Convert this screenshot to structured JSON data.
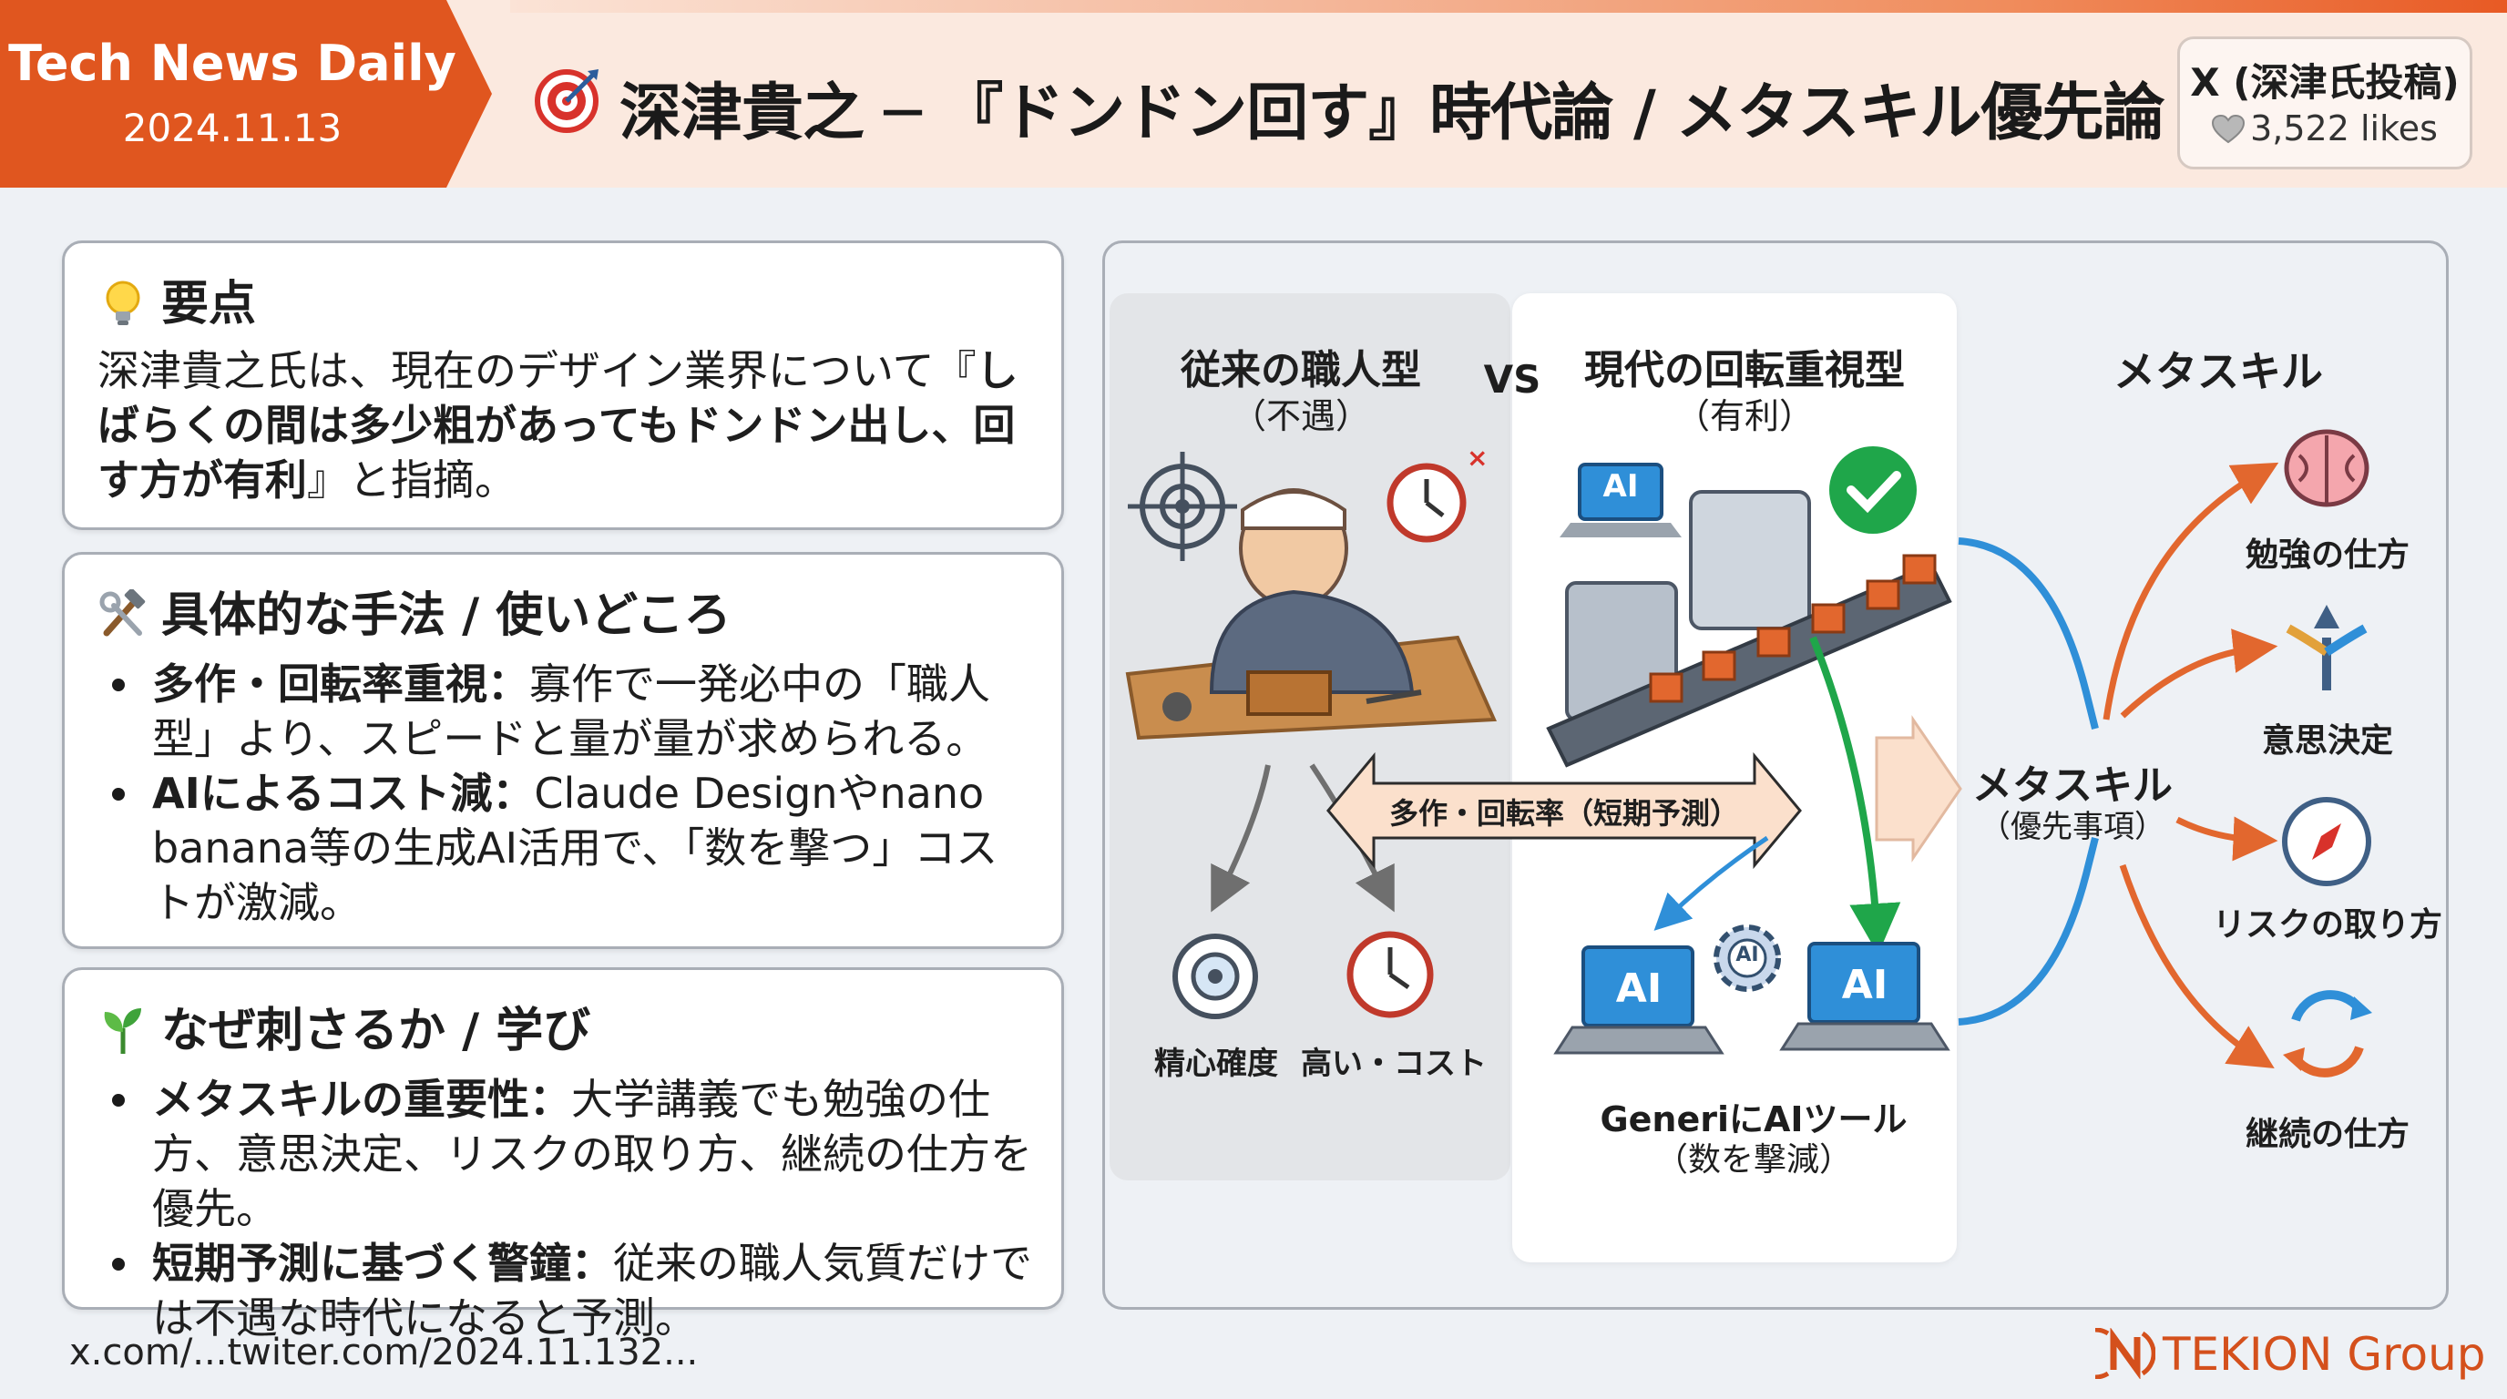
{
  "header": {
    "badge_title": "Tech News Daily",
    "badge_date": "2024.11.13",
    "title": "深津貴之 ─ 『ドンドン回す』時代論 / メタスキル優先論",
    "source_label": "X (深津氏投稿)",
    "likes": "3,522 likes"
  },
  "cards": {
    "summary": {
      "heading": "要点",
      "icon": "lightbulb-icon",
      "text_before": "深津貴之氏は、現在のデザイン業界について『",
      "text_bold": "しばらくの間は多少粗があってもドンドン出し、回す方が有利",
      "text_after": "』と指摘。"
    },
    "methods": {
      "heading": "具体的な手法 / 使いどころ",
      "icon": "tools-icon",
      "items": [
        {
          "bold": "多作・回転率重視：",
          "text": "寡作で一発必中の「職人型」より、スピードと量が量が求められる。"
        },
        {
          "bold": "AIによるコスト減：",
          "text": "Claude Designやnano banana等の生成AI活用で、「数を撃つ」コストが激減。"
        }
      ]
    },
    "lessons": {
      "heading": "なぜ刺さるか / 学び",
      "icon": "sprout-icon",
      "items": [
        {
          "bold": "メタスキルの重要性：",
          "text": "大学講義でも勉強の仕方、意思決定、リスクの取り方、継続の仕方を優先。"
        },
        {
          "bold": "短期予測に基づく警鐘：",
          "text": "従来の職人気質だけでは不遇な時代になると予測。"
        }
      ]
    }
  },
  "diagram": {
    "old_title": "従来の職人型",
    "old_sub": "（不遇）",
    "vs": "VS",
    "new_title": "現代の回転重視型",
    "new_sub": "（有利）",
    "meta_title": "メタスキル",
    "old_outcome_1": "精心確度",
    "old_outcome_2": "高い・コスト",
    "arrow_label": "多作・回転率（短期予測）",
    "ai_tool_label": "GeneriにAIツール",
    "ai_tool_sub": "（数を撃減）",
    "laptop_text": "AI",
    "gear_text": "AI",
    "center_label": "メタスキル",
    "center_sub": "（優先事項）",
    "skills": [
      "勉強の仕方",
      "意思決定",
      "リスクの取り方",
      "継続の仕方"
    ]
  },
  "footer": {
    "url": "x.com/...twiter.com/2024.11.132...",
    "brand": "TEKION Group"
  },
  "colors": {
    "accent_orange": "#e0561f",
    "blue": "#2f8fd8",
    "green": "#1fa64a",
    "card_border": "#a9aeb6"
  }
}
